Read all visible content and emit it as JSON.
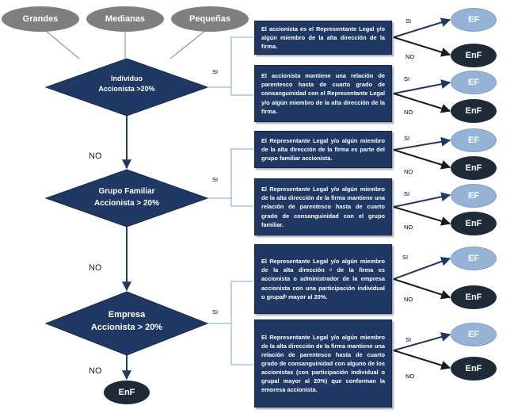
{
  "sizes": [
    "Grandes",
    "Medianas",
    "Pequeñas"
  ],
  "decisions": [
    {
      "line1": "Individuo",
      "line2": "Accionista >20%"
    },
    {
      "line1": "Grupo Familiar",
      "line2": "Accionista > 20%"
    },
    {
      "line1": "Empresa",
      "line2": "Accionista > 20%"
    }
  ],
  "criteria": [
    "El accionista es el Representante Legal y/o algún miembro de la alta dirección de la firma.",
    "El accionista mantiene una relación de parentesco hasta de cuarto grado de consanguinidad con el Representante Legal y/o algún miembro de la alta dirección de la firma.",
    "El Representante Legal y/o algún miembro de la alta dirección de la firma es parte del grupo familiar accionista.",
    "El Representante Legal y/o algún miembro de la alta dirección de la firma mantiene una relación de parentesco hasta de cuarto grado de consanguinidad con el grupo familiar.",
    "El Representante Legal y/o algún miembro de la alta dirección ᵃ de la firma es accionista o administrador de la empresa accionista con una participación individual o grupalᵇ mayor al 20%.",
    "El Representante Legal y/o algún miembro de la alta dirección de la firma mantiene una relación de parentesco hasta de cuarto grado de consanguinidad con alguno de los accionistas (con participación individual o grupal mayor al 20%) que conforman la emoresa accionista."
  ],
  "labels": {
    "si": "SI",
    "no": "NO"
  },
  "outcomes": {
    "yes": "EF",
    "no": "EnF"
  },
  "final_outcome": "EnF",
  "colors": {
    "navy": "#1f3864",
    "gray": "#7f7f7f",
    "light_blue": "#95b3d7",
    "dark": "#1f2a38",
    "connector": "#7fa7c9"
  }
}
